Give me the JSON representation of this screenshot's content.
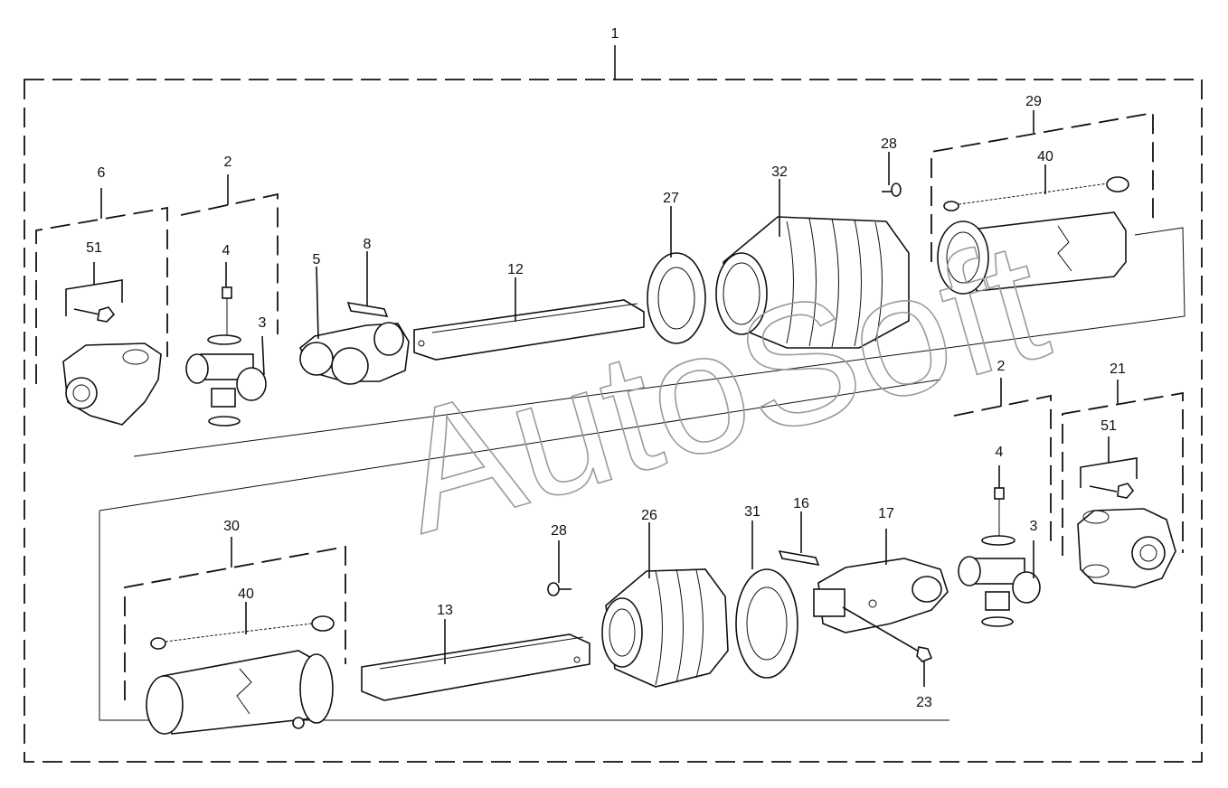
{
  "watermark": "AutoSoft",
  "callouts": [
    {
      "id": "c1",
      "text": "1"
    },
    {
      "id": "c6",
      "text": "6"
    },
    {
      "id": "c51a",
      "text": "51"
    },
    {
      "id": "c2a",
      "text": "2"
    },
    {
      "id": "c4a",
      "text": "4"
    },
    {
      "id": "c3a",
      "text": "3"
    },
    {
      "id": "c5",
      "text": "5"
    },
    {
      "id": "c8",
      "text": "8"
    },
    {
      "id": "c12",
      "text": "12"
    },
    {
      "id": "c27",
      "text": "27"
    },
    {
      "id": "c32",
      "text": "32"
    },
    {
      "id": "c28a",
      "text": "28"
    },
    {
      "id": "c29",
      "text": "29"
    },
    {
      "id": "c40a",
      "text": "40"
    },
    {
      "id": "c2b",
      "text": "2"
    },
    {
      "id": "c21",
      "text": "21"
    },
    {
      "id": "c51b",
      "text": "51"
    },
    {
      "id": "c4b",
      "text": "4"
    },
    {
      "id": "c3b",
      "text": "3"
    },
    {
      "id": "c30",
      "text": "30"
    },
    {
      "id": "c40b",
      "text": "40"
    },
    {
      "id": "c28b",
      "text": "28"
    },
    {
      "id": "c26",
      "text": "26"
    },
    {
      "id": "c31",
      "text": "31"
    },
    {
      "id": "c16",
      "text": "16"
    },
    {
      "id": "c17",
      "text": "17"
    },
    {
      "id": "c13",
      "text": "13"
    },
    {
      "id": "c23",
      "text": "23"
    }
  ]
}
